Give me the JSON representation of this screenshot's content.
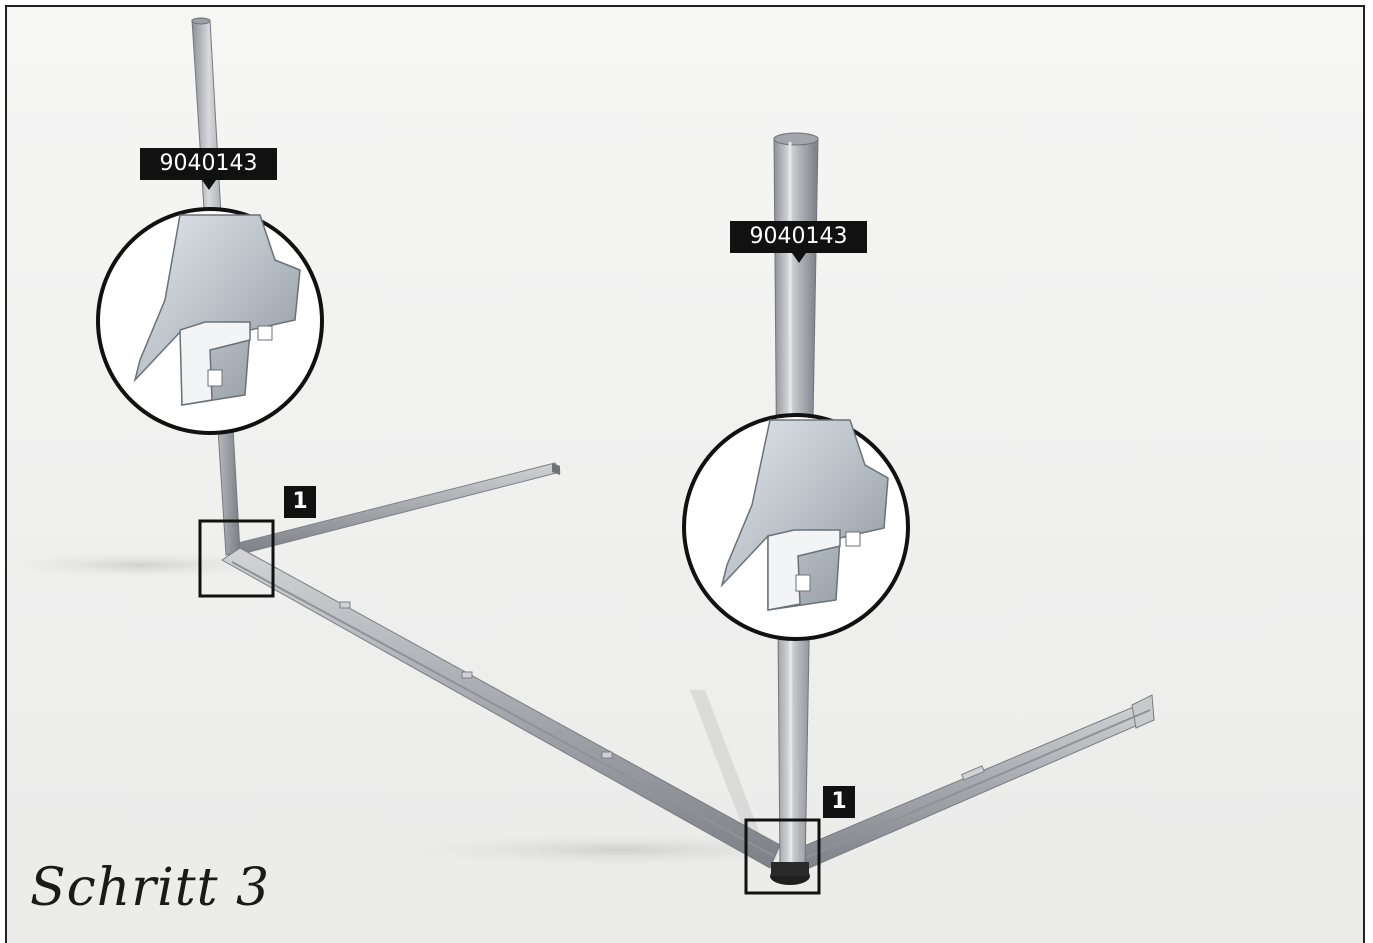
{
  "step_label": "Schritt 3",
  "part_labels": [
    "9040143",
    "9040143"
  ],
  "callout_numbers": [
    "1",
    "1"
  ],
  "icons": [
    "profile-cross-section-detail",
    "profile-cross-section-detail"
  ],
  "colors": {
    "aluminium": "#c4c6c9",
    "label_bg": "#111111",
    "frame": "#222222"
  }
}
